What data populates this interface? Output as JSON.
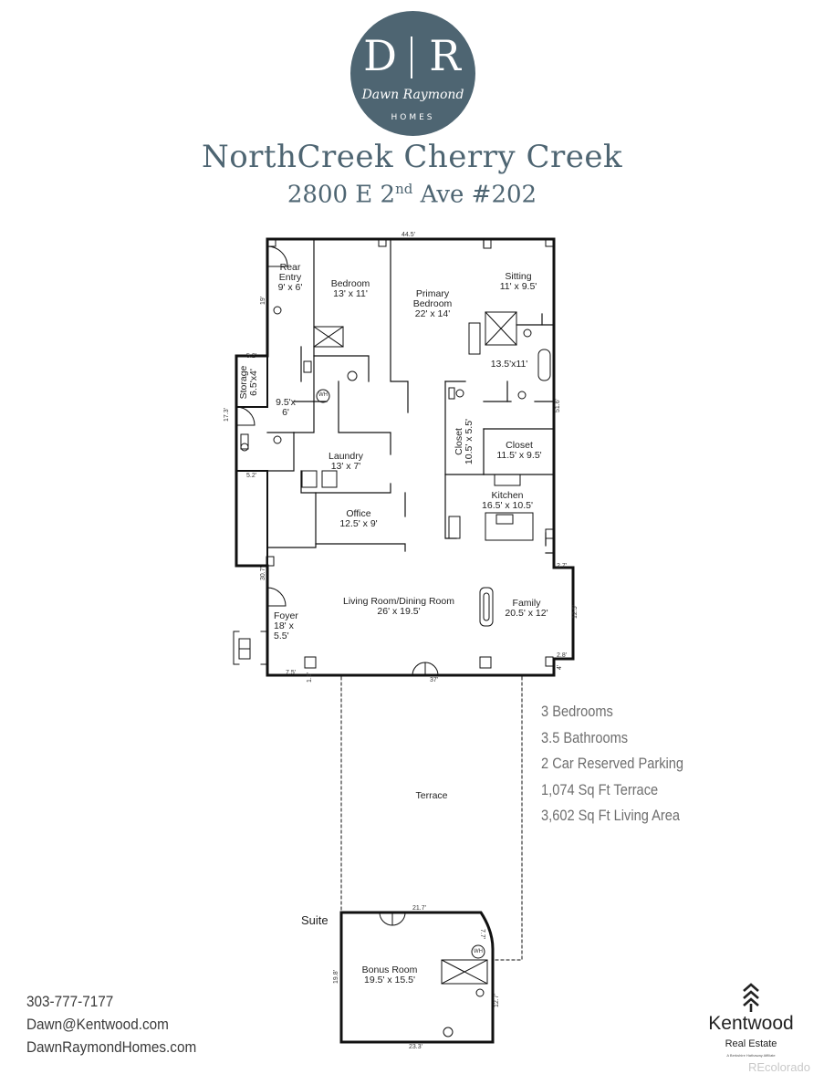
{
  "logo": {
    "monogram_left": "D",
    "monogram_right": "R",
    "script": "Dawn Raymond",
    "tagline": "HOMES"
  },
  "title": {
    "name": "NorthCreek Cherry Creek",
    "address_prefix": "2800 E 2",
    "address_sup": "nd",
    "address_suffix": " Ave #202"
  },
  "rooms": {
    "rear_entry": "Rear\nEntry\n9' x 6'",
    "bedroom": "Bedroom\n13' x 11'",
    "primary_bedroom": "Primary\nBedroom\n22' x 14'",
    "sitting": "Sitting\n11' x 9.5'",
    "storage": "Storage\n6.5'x4'",
    "bath_small": "9.5'x\n6'",
    "primary_bath": "13.5'x11'",
    "laundry": "Laundry\n13' x 7'",
    "closet_left": "Closet\n10.5' x 5.5'",
    "closet_right": "Closet\n11.5' x 9.5'",
    "kitchen": "Kitchen\n16.5' x 10.5'",
    "office": "Office\n12.5' x 9'",
    "living_dining": "Living Room/Dining Room\n26' x 19.5'",
    "family": "Family\n20.5' x 12'",
    "foyer": "Foyer\n18' x\n5.5'",
    "terrace": "Terrace",
    "bonus_room": "Bonus Room\n19.5' x 15.5'",
    "wh_main": "WH",
    "wh_suite": "WH"
  },
  "dimensions": {
    "top_width": "44.5'",
    "rear_left": "19'",
    "storage_top": "5.2'",
    "storage_bottom": "5.2'",
    "storage_side": "17.3'",
    "right_side": "51.6'",
    "step_top": "2.7'",
    "step_side": "12.5'",
    "step_bottom": "2.8'",
    "step_small": "4'",
    "left_mid": "30.7'",
    "foyer_bottom": "7.5'",
    "foyer_small": "1.1'",
    "bottom_width": "37'",
    "suite_top": "21.7'",
    "suite_angle": "7.7'",
    "suite_left": "19.8'",
    "suite_right": "12.7'",
    "suite_bottom": "23.3'"
  },
  "suite_label": "Suite",
  "features": [
    "3 Bedrooms",
    "3.5 Bathrooms",
    "2 Car Reserved Parking",
    "1,074 Sq Ft Terrace",
    "3,602 Sq Ft Living Area"
  ],
  "contact": {
    "phone": "303-777-7177",
    "email": "Dawn@Kentwood.com",
    "website": "DawnRaymondHomes.com"
  },
  "brand": {
    "name": "Kentwood",
    "sub": "Real Estate",
    "tagline": "A Berkshire Hathaway Affiliate",
    "icon": "tree-chevron-icon"
  },
  "watermark": "REcolorado",
  "colors": {
    "brand_slate": "#4e6572",
    "feature_gray": "#6e6e6e"
  }
}
